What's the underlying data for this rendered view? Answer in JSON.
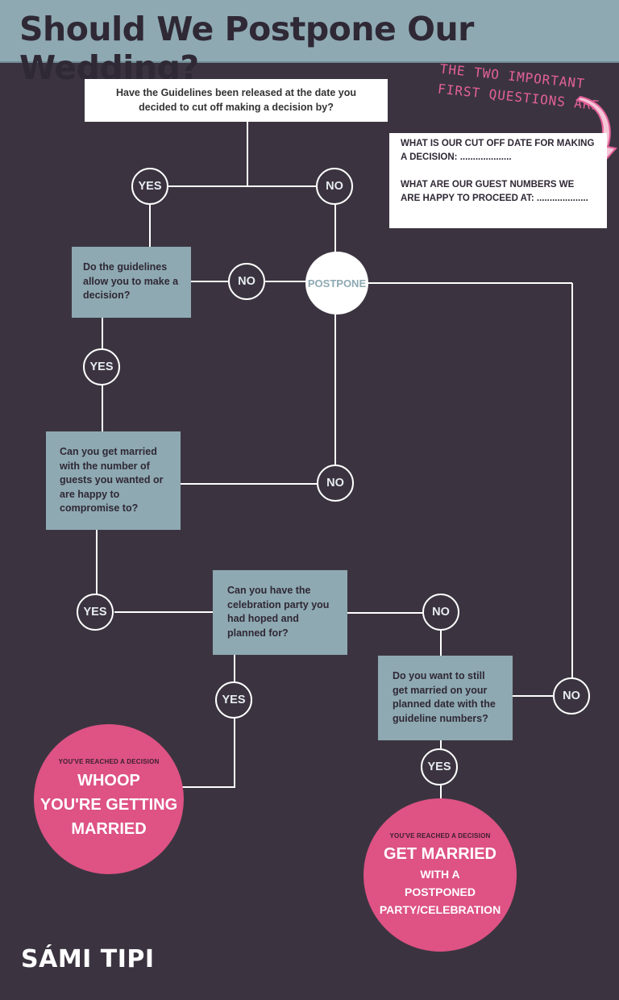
{
  "title": "Should We Postpone Our Wedding?",
  "questions": {
    "q1": "Have the Guidelines been released at the date you decided to cut off making a decision by?",
    "q2": "Do the guidelines allow you to make a decision?",
    "q3": "Can you get married with the number of guests you wanted or are happy to compromise to?",
    "q4": "Can you have the celebration party you had hoped and planned for?",
    "q5": "Do you want to still get married on your planned date with the guideline numbers?"
  },
  "labels": {
    "yes": "YES",
    "no": "NO",
    "postpone": "POSTPONE"
  },
  "annotation": {
    "line1": "THE TWO IMPORTANT",
    "line2": "FIRST QUESTIONS ARE"
  },
  "note": {
    "item1": "WHAT IS OUR CUT OFF DATE FOR MAKING A DECISION: ....................",
    "item2": "WHAT ARE OUR GUEST NUMBERS WE ARE HAPPY TO PROCEED AT: ...................."
  },
  "outcomes": {
    "married": {
      "small": "YOU'VE REACHED A DECISION",
      "line1": "WHOOP",
      "line2": "YOU'RE GETTING",
      "line3": "MARRIED"
    },
    "postponed_party": {
      "small": "YOU'VE REACHED A DECISION",
      "line1": "GET MARRIED",
      "line2": "WITH A",
      "line3": "POSTPONED",
      "line4": "PARTY/CELEBRATION"
    }
  },
  "brand": "SÁMI TIPI",
  "colors": {
    "background": "#3b3440",
    "slate": "#8ea9b2",
    "pink": "#de5284",
    "white": "#ffffff"
  }
}
